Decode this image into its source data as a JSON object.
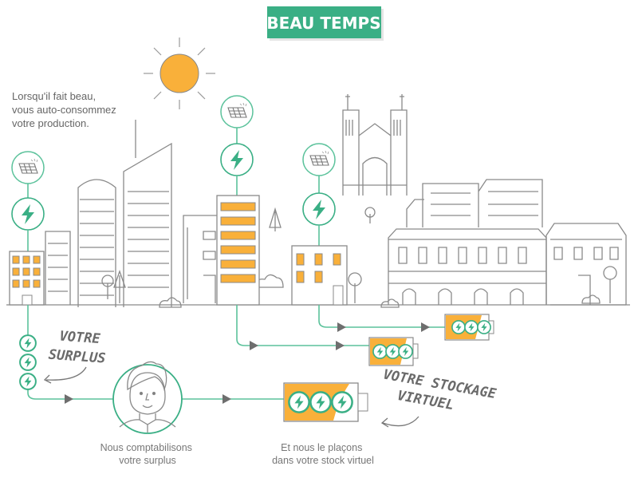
{
  "title": "BEAU TEMPS",
  "intro": [
    "Lorsqu'il fait beau,",
    "vous auto-consommez",
    "votre production."
  ],
  "hand_surplus": [
    "VOTRE",
    "SURPLUS"
  ],
  "hand_stockage": [
    "VOTRE STOCKAGE",
    "VIRTUEL"
  ],
  "caption_count": [
    "Nous comptabilisons",
    "votre surplus"
  ],
  "caption_store": [
    "Et nous le plaçons",
    "dans votre stock virtuel"
  ],
  "colors": {
    "accent": "#3aaf85",
    "sun": "#f9b03a",
    "line": "#8a8a8a"
  }
}
